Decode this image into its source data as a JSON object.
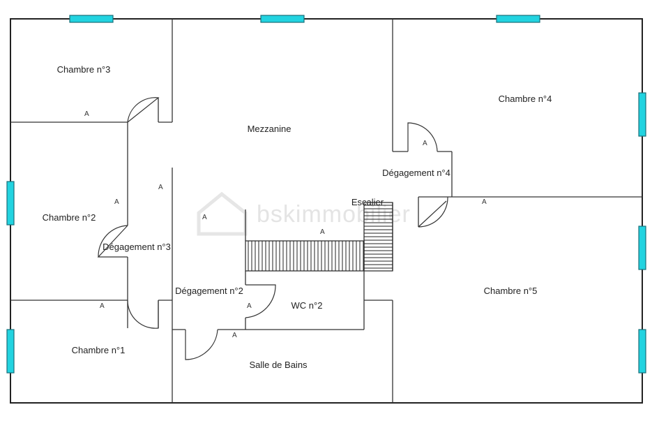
{
  "watermark": "bskimmobilier",
  "rooms": {
    "chambre3": "Chambre n°3",
    "chambre2": "Chambre n°2",
    "chambre1": "Chambre n°1",
    "mezzanine": "Mezzanine",
    "degagement3": "Dégagement n°3",
    "degagement2": "Dégagement n°2",
    "degagement4": "Dégagement n°4",
    "escalier": "Escalier",
    "wc2": "WC n°2",
    "salle_de_bains": "Salle de Bains",
    "chambre4": "Chambre n°4",
    "chambre5": "Chambre n°5"
  },
  "marker_label": "A",
  "colors": {
    "window_fill": "#22d3e0",
    "wall": "#222222"
  }
}
